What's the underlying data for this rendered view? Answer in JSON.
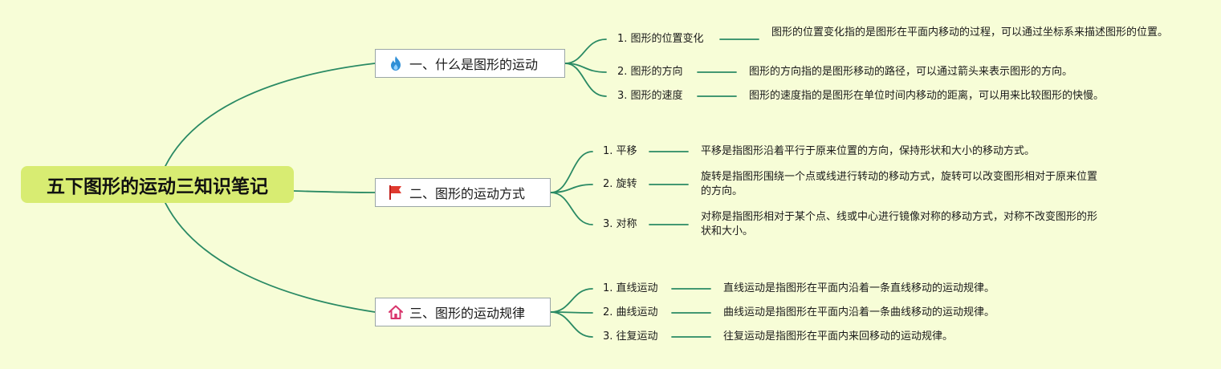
{
  "root": {
    "title": "五下图形的运动三知识笔记"
  },
  "colors": {
    "background": "#f7fdd7",
    "root_fill": "#d8ec72",
    "connector": "#2a8a64"
  },
  "branches": [
    {
      "label": "一、什么是图形的运动",
      "icon": "fire-icon",
      "children": [
        {
          "label": "1. 图形的位置变化",
          "desc": "图形的位置变化指的是图形在平面内移动的过程，可以通过坐标系来描述图形的位置。"
        },
        {
          "label": "2. 图形的方向",
          "desc": "图形的方向指的是图形移动的路径，可以通过箭头来表示图形的方向。"
        },
        {
          "label": "3. 图形的速度",
          "desc": "图形的速度指的是图形在单位时间内移动的距离，可以用来比较图形的快慢。"
        }
      ]
    },
    {
      "label": "二、图形的运动方式",
      "icon": "flag-icon",
      "children": [
        {
          "label": "1. 平移",
          "desc": "平移是指图形沿着平行于原来位置的方向，保持形状和大小的移动方式。"
        },
        {
          "label": "2. 旋转",
          "desc": "旋转是指图形围绕一个点或线进行转动的移动方式，旋转可以改变图形相对于原来位置的方向。"
        },
        {
          "label": "3. 对称",
          "desc": "对称是指图形相对于某个点、线或中心进行镜像对称的移动方式，对称不改变图形的形状和大小。"
        }
      ]
    },
    {
      "label": "三、图形的运动规律",
      "icon": "home-icon",
      "children": [
        {
          "label": "1. 直线运动",
          "desc": "直线运动是指图形在平面内沿着一条直线移动的运动规律。"
        },
        {
          "label": "2. 曲线运动",
          "desc": "曲线运动是指图形在平面内沿着一条曲线移动的运动规律。"
        },
        {
          "label": "3. 往复运动",
          "desc": "往复运动是指图形在平面内来回移动的运动规律。"
        }
      ]
    }
  ]
}
